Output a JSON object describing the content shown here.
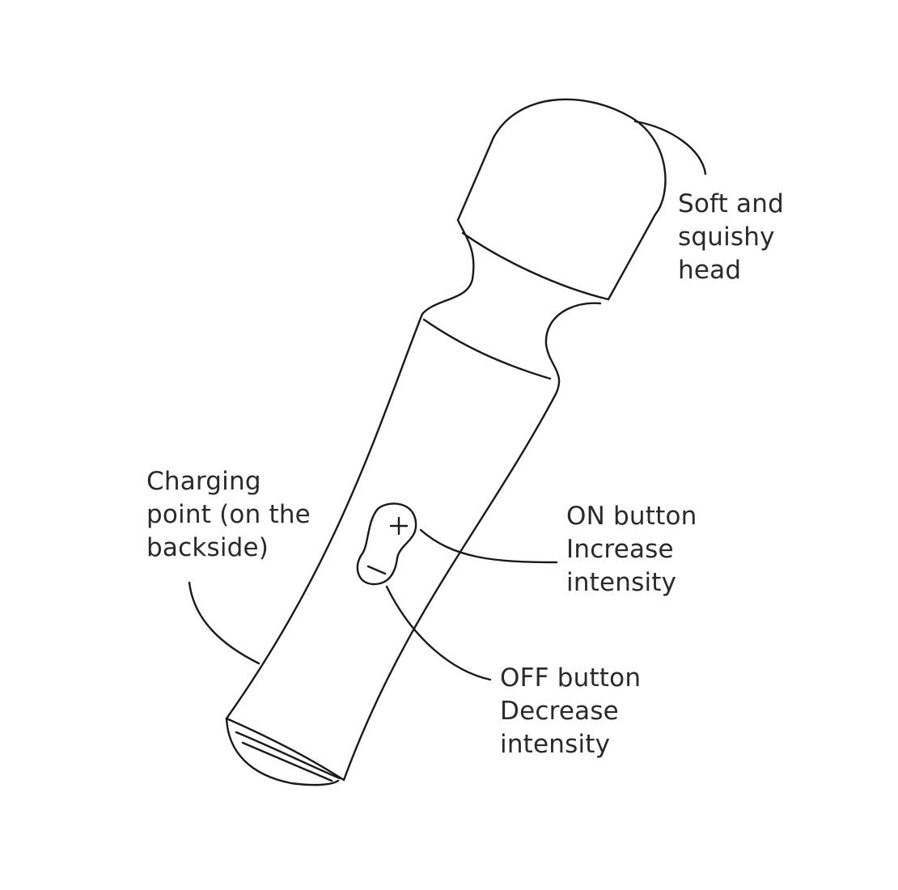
{
  "labels": {
    "head": [
      "Soft and",
      "squishy",
      "head"
    ],
    "charging": [
      "Charging",
      "point (on the",
      "backside)"
    ],
    "on_button": [
      "ON button",
      "Increase",
      "intensity"
    ],
    "off_button": [
      "OFF button",
      "Decrease",
      "intensity"
    ]
  },
  "button_symbols": {
    "plus": "+",
    "minus": "−"
  },
  "colors": {
    "line": "#1a1a1a",
    "text": "#2a2a2a",
    "background": "#ffffff"
  }
}
